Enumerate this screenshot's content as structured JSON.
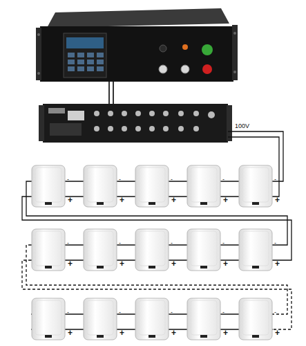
{
  "diagram": {
    "labels": [
      "100V",
      "-",
      "+",
      "-",
      "+",
      "-",
      "+",
      "-",
      "+",
      "-",
      "+",
      "-",
      "+",
      "-",
      "+",
      "-",
      "+",
      "-",
      "+",
      "-",
      "+",
      "-",
      "+",
      "-",
      "+",
      "-",
      "+",
      "-",
      "+",
      "-",
      "+"
    ]
  }
}
